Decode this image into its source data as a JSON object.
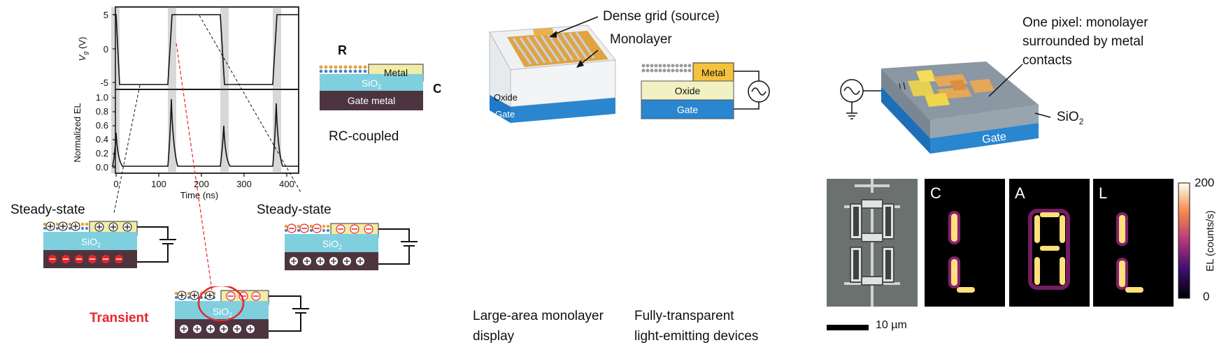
{
  "panel_a": {
    "plot": {
      "top_ylabel": "V",
      "top_ylabel_sub": "g",
      "top_ylabel_unit": " (V)",
      "bottom_ylabel": "Normalized EL",
      "xlabel": "Time (ns)",
      "top_ticks": [
        "5",
        "0",
        "-5"
      ],
      "bottom_ticks": [
        "1.0",
        "0.8",
        "0.6",
        "0.4",
        "0.2",
        "0.0"
      ],
      "x_ticks": [
        "0",
        "100",
        "200",
        "300",
        "400"
      ]
    },
    "rc": {
      "r_label": "R",
      "c_label": "C",
      "metal": "Metal",
      "sio2": "SiO",
      "sio2_sub": "2",
      "gate": "Gate metal",
      "caption": "RC-coupled"
    },
    "steady_left": {
      "label": "Steady-state",
      "sio2": "SiO",
      "sio2_sub": "2"
    },
    "steady_right": {
      "label": "Steady-state",
      "sio2": "SiO",
      "sio2_sub": "2"
    },
    "transient": {
      "label": "Transient",
      "sio2": "SiO",
      "sio2_sub": "2"
    }
  },
  "panel_b": {
    "grid_label": "Dense grid (source)",
    "monolayer_label": "Monolayer",
    "oxide": "Oxide",
    "gate": "Gate",
    "metal": "Metal",
    "oxide2": "Oxide",
    "gate2": "Gate",
    "caption1_line1": "Large-area monolayer",
    "caption1_line2": "display",
    "caption2_line1": "Fully-transparent",
    "caption2_line2": "light-emitting devices"
  },
  "panel_c": {
    "pixel_line1": "One pixel: monolayer",
    "pixel_line2": "surrounded by metal",
    "pixel_line3": "contacts",
    "sio2": "SiO",
    "sio2_sub": "2",
    "gate": "Gate",
    "letters": [
      "C",
      "A",
      "L"
    ],
    "colorbar_max": "200",
    "colorbar_min": "0",
    "colorbar_label": "EL (counts/s)",
    "scalebar": "10 µm"
  },
  "colors": {
    "metal": "#f1eca9",
    "sio2": "#7fcfdf",
    "gate_metal": "#4d3540",
    "gate_blue": "#2a86cf",
    "highlight_red": "#e8252b",
    "transient_red": "#e8252b",
    "grid_orange": "#e0a341",
    "oxide_cream": "#f2f1c4"
  }
}
